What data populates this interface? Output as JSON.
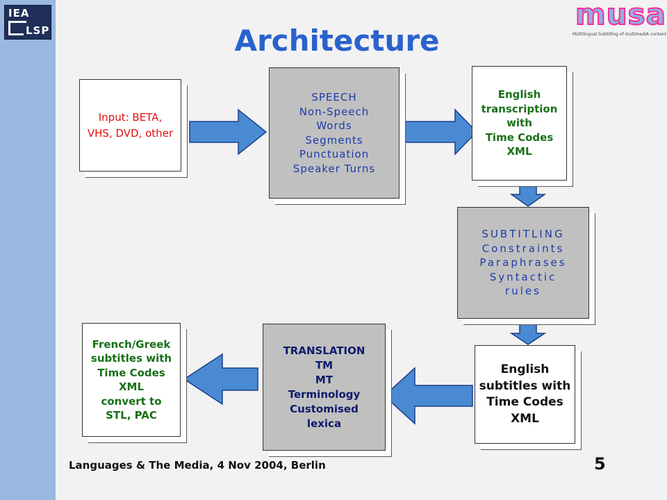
{
  "slide": {
    "title": "Architecture",
    "footer": "Languages & The Media, 4 Nov 2004, Berlin",
    "page_number": "5"
  },
  "logos": {
    "left": {
      "line1": "IEA",
      "line2": "LSP"
    },
    "right": {
      "word": "musa",
      "subtitle": "MUltilingual Subtitling of multimediA content"
    }
  },
  "colors": {
    "background": "#f2f2f2",
    "left_band": "#99b8e0",
    "title": "#2a62cc",
    "arrow_fill": "#4a8ad2",
    "grey_box": "#c0c0c0"
  },
  "diagram": {
    "input": [
      "Input: BETA,",
      "VHS, DVD, other"
    ],
    "speech": [
      "SPEECH",
      "Non-Speech",
      "Words",
      "Segments",
      "Punctuation",
      "Speaker Turns"
    ],
    "transcription": [
      "English",
      "transcription",
      "with",
      "Time Codes",
      "XML"
    ],
    "subtitling": [
      "SUBTITLING",
      "Constraints",
      "Paraphrases",
      "Syntactic",
      "rules"
    ],
    "english_subtitles": [
      "English",
      "subtitles with",
      "Time Codes",
      "XML"
    ],
    "translation": [
      "TRANSLATION",
      "TM",
      "MT",
      "Terminology",
      "Customised",
      "lexica"
    ],
    "output": [
      "French/Greek",
      "subtitles with",
      "Time Codes",
      "XML",
      "convert to",
      "STL, PAC"
    ]
  }
}
